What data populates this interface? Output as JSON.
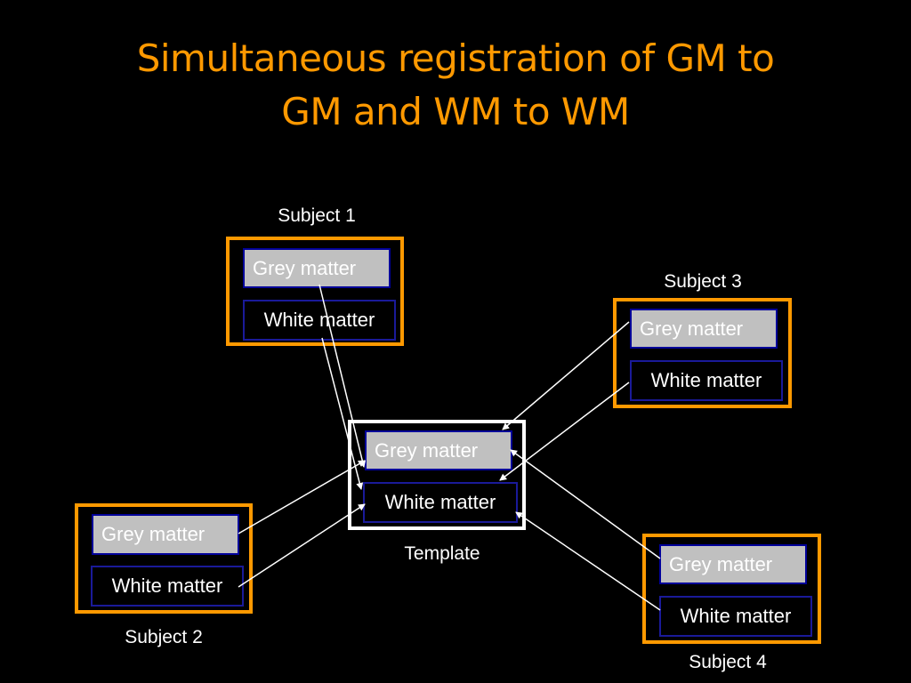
{
  "title": {
    "line1": "Simultaneous registration of GM to",
    "line2": "GM and WM to WM"
  },
  "colors": {
    "background": "#000000",
    "title": "#ff9900",
    "subject_border": "#ff9900",
    "template_border": "#ffffff",
    "grey_matter_fill": "#c0c0c0",
    "box_outline": "#000099",
    "arrow": "#ffffff"
  },
  "subjects": [
    {
      "label": "Subject 1",
      "grey": "Grey matter",
      "white": "White matter"
    },
    {
      "label": "Subject 2",
      "grey": "Grey matter",
      "white": "White matter"
    },
    {
      "label": "Subject 3",
      "grey": "Grey matter",
      "white": "White matter"
    },
    {
      "label": "Subject 4",
      "grey": "Grey matter",
      "white": "White matter"
    }
  ],
  "template": {
    "label": "Template",
    "grey": "Grey matter",
    "white": "White matter"
  }
}
